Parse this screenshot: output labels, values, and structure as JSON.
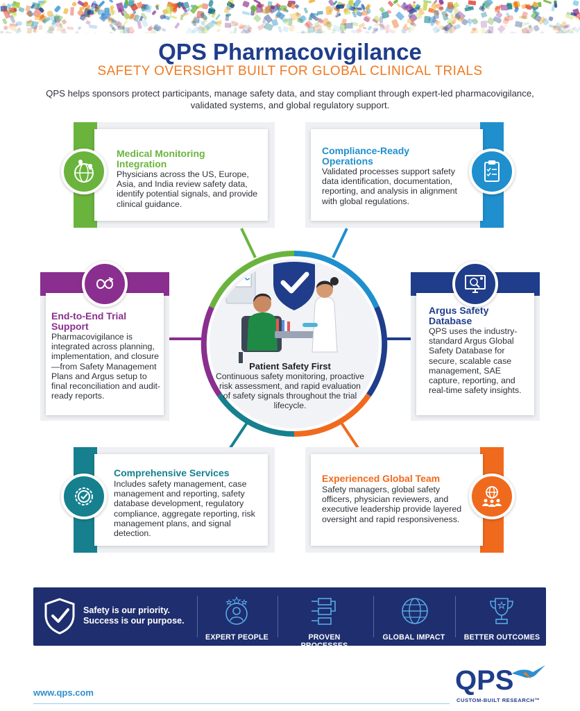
{
  "header": {
    "title": "QPS Pharmacovigilance",
    "subtitle": "SAFETY OVERSIGHT BUILT FOR GLOBAL CLINICAL TRIALS",
    "intro": "QPS helps sponsors protect participants, manage safety data, and stay compliant through expert-led pharmacovigilance, validated systems, and global regulatory support."
  },
  "cards": {
    "medical": {
      "title_line1": "Medical Monitoring",
      "title_line2": "Integration",
      "text": "Physicians across the US, Europe, Asia, and India review safety data, identify potential signals, and provide clinical guidance.",
      "icon": "globe-pins-icon",
      "color": "#6ab43e"
    },
    "compliance": {
      "title_line1": "Compliance-Ready",
      "title_line2": "Operations",
      "text": "Validated processes support safety data identification, documentation, reporting, and analysis in alignment with global regulations.",
      "icon": "clipboard-check-icon",
      "color": "#1f8fce"
    },
    "endtoend": {
      "title_line1": "End-to-End Trial",
      "title_line2": "Support",
      "text": "Pharmacovigilance is integrated across planning, implementation, and closure—from Safety Management Plans and Argus setup to final reconciliation and audit-ready reports.",
      "icon": "cycle-arrows-icon",
      "color": "#8a2f8f"
    },
    "argus": {
      "title_line1": "Argus Safety",
      "title_line2": "Database",
      "text": "QPS uses the industry-standard Argus Global Safety Database for secure, scalable case management, SAE capture, reporting, and real-time safety insights.",
      "icon": "monitor-magnifier-icon",
      "color": "#1f3d8a"
    },
    "comprehensive": {
      "title": "Comprehensive Services",
      "text": "Includes safety management, case management and reporting, safety database development, regulatory compliance, aggregate reporting, risk management plans, and signal detection.",
      "icon": "gear-check-icon",
      "color": "#16808f"
    },
    "global": {
      "title": "Experienced Global Team",
      "text": "Safety managers, global safety officers, physician reviewers, and executive leadership provide layered oversight and rapid responsiveness.",
      "icon": "team-globe-icon",
      "color": "#f06a1e"
    }
  },
  "hub": {
    "title": "Patient Safety First",
    "text": "Continuous safety monitoring, proactive risk assessment, and rapid evaluation of safety signals throughout the trial lifecycle."
  },
  "banner": {
    "slogan_line1": "Safety is our priority.",
    "slogan_line2": "Success is our purpose.",
    "pillars": [
      {
        "label": "EXPERT PEOPLE",
        "icon": "person-stars-icon"
      },
      {
        "label": "PROVEN PROCESSES",
        "icon": "process-flow-icon"
      },
      {
        "label": "GLOBAL IMPACT",
        "icon": "globe-icon"
      },
      {
        "label": "BETTER OUTCOMES",
        "icon": "trophy-icon"
      }
    ]
  },
  "footer": {
    "url": "www.qps.com",
    "logo_text": "QPS",
    "logo_tagline": "CUSTOM-BUILT RESEARCH™"
  }
}
